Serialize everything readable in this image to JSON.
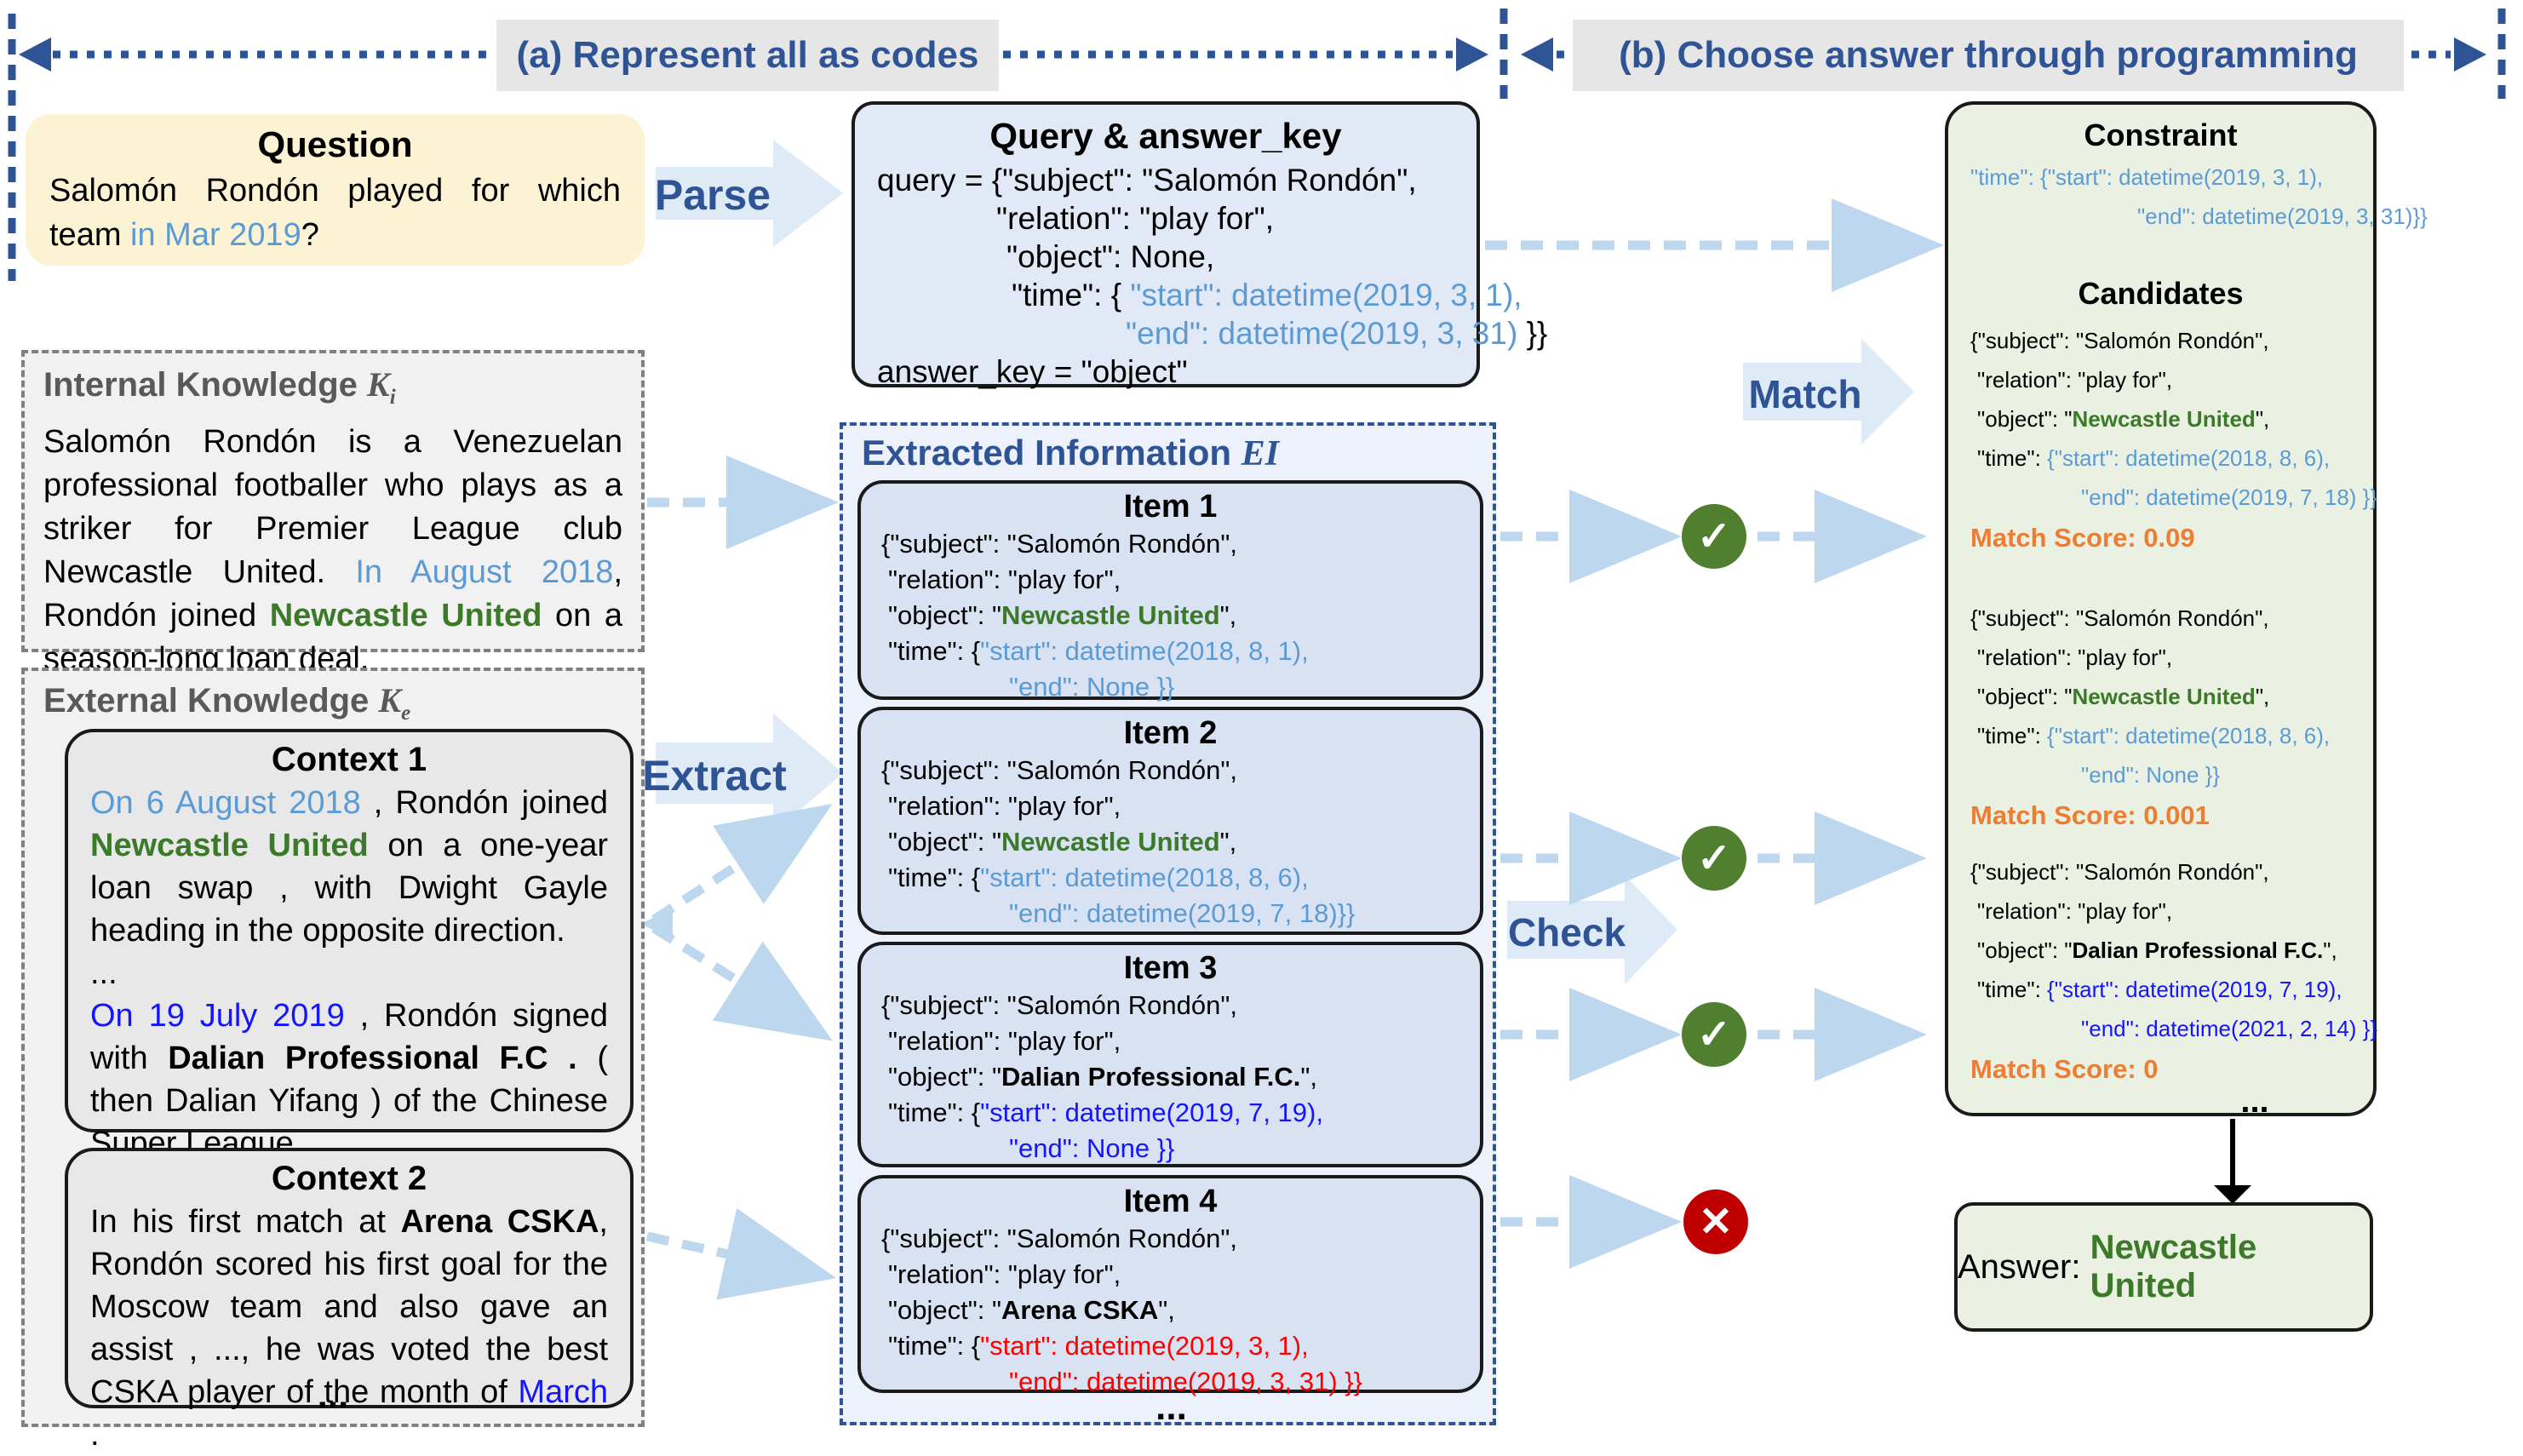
{
  "palette": {
    "accent_blue": "#2F5496",
    "light_blue": "#5B9BD5",
    "bright_blue": "#1414FF",
    "red": "#FF0000",
    "green": "#3A7A28",
    "orange": "#ED7D31",
    "connector_blue": "#BDD7EE",
    "block_arrow_fill": "#DEEAF6"
  },
  "icons": {
    "check": "✓",
    "cross": "✕"
  },
  "header": {
    "section_a": "(a) Represent all as codes",
    "section_b": "(b) Choose answer through programming"
  },
  "arrows": {
    "parse": "Parse",
    "extract": "Extract",
    "match": "Match",
    "check": "Check"
  },
  "question": {
    "title": "Question",
    "t1": "Salomón Rondón played for which team ",
    "d1": "in Mar 2019",
    "t2": "?"
  },
  "query": {
    "title": "Query & answer_key",
    "l1": "query = {\"subject\": \"Salomón Rondón\",",
    "l2": "\"relation\": \"play for\",",
    "l3": "\"object\": None,",
    "l4a": "\"time\": { ",
    "l4b": "\"start\": datetime(2019, 3, 1),",
    "l5a": "\"end\": datetime(2019, 3, 31) ",
    "l5b": "}}",
    "l6": "answer_key = \"object\""
  },
  "internal": {
    "title": "Internal Knowledge ",
    "k": "K",
    "sub": "i",
    "t1": "Salomón Rondón is a Venezuelan professional footballer who plays as a striker for Premier League club Newcastle United. ",
    "d1": "In August 2018",
    "t2": ", Rondón joined ",
    "g1": "Newcastle United",
    "t3": " on a season-long loan deal."
  },
  "external": {
    "title": "External Knowledge ",
    "k": "K",
    "sub": "e",
    "ellipsis": "...",
    "context1": {
      "title": "Context 1",
      "d1": "On 6 August 2018",
      "t1": " , Rondón joined ",
      "g1": "Newcastle United",
      "t2": " on a one-year loan swap , with Dwight Gayle heading in the opposite direction.",
      "e1": "...",
      "d2": "On 19 July 2019",
      "t3": " , Rondón signed with ",
      "b1": "Dalian Professional F.C .",
      "t4": " ( then Dalian Yifang ) of the Chinese Super League."
    },
    "context2": {
      "title": "Context 2",
      "t1": "In his first match at ",
      "b1": "Arena CSKA",
      "t2": ", Rondón scored his first goal for the Moscow team and also gave an assist , ..., he was voted the best CSKA player of the month of ",
      "d1": "March",
      "t3": " ."
    }
  },
  "ei": {
    "title": "Extracted Information ",
    "title_math": "EI",
    "ellipsis": "...",
    "items": [
      {
        "title": "Item 1",
        "l1": "{\"subject\": \"Salomón Rondón\",",
        "l2": "\"relation\": \"play for\",",
        "l3a": "\"object\": \"",
        "l3b": "Newcastle United",
        "l3c": "\",",
        "l4a": "\"time\": {",
        "l4b": "\"start\": datetime(2018, 8, 1),",
        "l5": "\"end\": None }}"
      },
      {
        "title": "Item 2",
        "l1": "{\"subject\": \"Salomón Rondón\",",
        "l2": "\"relation\": \"play for\",",
        "l3a": "\"object\": \"",
        "l3b": "Newcastle United",
        "l3c": "\",",
        "l4a": "\"time\": {",
        "l4b": "\"start\": datetime(2018, 8, 6),",
        "l5": "\"end\": datetime(2019, 7, 18)}}"
      },
      {
        "title": "Item 3",
        "l1": "{\"subject\": \"Salomón Rondón\",",
        "l2": "\"relation\": \"play for\",",
        "l3a": "\"object\": \"",
        "l3b": "Dalian Professional F.C.",
        "l3c": "\",",
        "l4a": "\"time\": {",
        "l4b": "\"start\": datetime(2019, 7, 19),",
        "l5": "\"end\": None }}"
      },
      {
        "title": "Item 4",
        "l1": "{\"subject\": \"Salomón Rondón\",",
        "l2": "\"relation\": \"play for\",",
        "l3a": "\"object\": \"",
        "l3b": "Arena CSKA",
        "l3c": "\",",
        "l4a": "\"time\": {",
        "l4b": "\"start\": datetime(2019, 3, 1),",
        "l5": "\"end\": datetime(2019, 3, 31) }}"
      }
    ]
  },
  "right": {
    "constraint_title": "Constraint",
    "constraint_l1": "\"time\": {\"start\": datetime(2019, 3, 1),",
    "constraint_l2": "\"end\": datetime(2019, 3, 31)}}",
    "candidates_title": "Candidates",
    "ellipsis": "...",
    "candidates": [
      {
        "l1": "{\"subject\": \"Salomón Rondón\",",
        "l2": "\"relation\": \"play for\",",
        "l3a": "\"object\": \"",
        "l3b": "Newcastle United",
        "l3c": "\",",
        "l4a": "\"time\": ",
        "l4b": "{\"start\": datetime(2018, 8, 6),",
        "l5": "\"end\": datetime(2019, 7, 18) }}",
        "score": "Match Score: 0.09"
      },
      {
        "l1": "{\"subject\": \"Salomón Rondón\",",
        "l2": "\"relation\": \"play for\",",
        "l3a": "\"object\": \"",
        "l3b": "Newcastle United",
        "l3c": "\",",
        "l4a": "\"time\": ",
        "l4b": "{\"start\": datetime(2018, 8, 6),",
        "l5": "\"end\": None }}",
        "score": "Match Score: 0.001"
      },
      {
        "l1": "{\"subject\": \"Salomón Rondón\",",
        "l2": "\"relation\": \"play for\",",
        "l3a": "\"object\": \"",
        "l3b": "Dalian Professional F.C.",
        "l3c": "\",",
        "l4a": "\"time\": ",
        "l4b": "{\"start\": datetime(2019, 7, 19),",
        "l5": "\"end\": datetime(2021, 2, 14) }}",
        "score": "Match Score: 0"
      }
    ]
  },
  "answer": {
    "label": "Answer: ",
    "value": "Newcastle United"
  }
}
